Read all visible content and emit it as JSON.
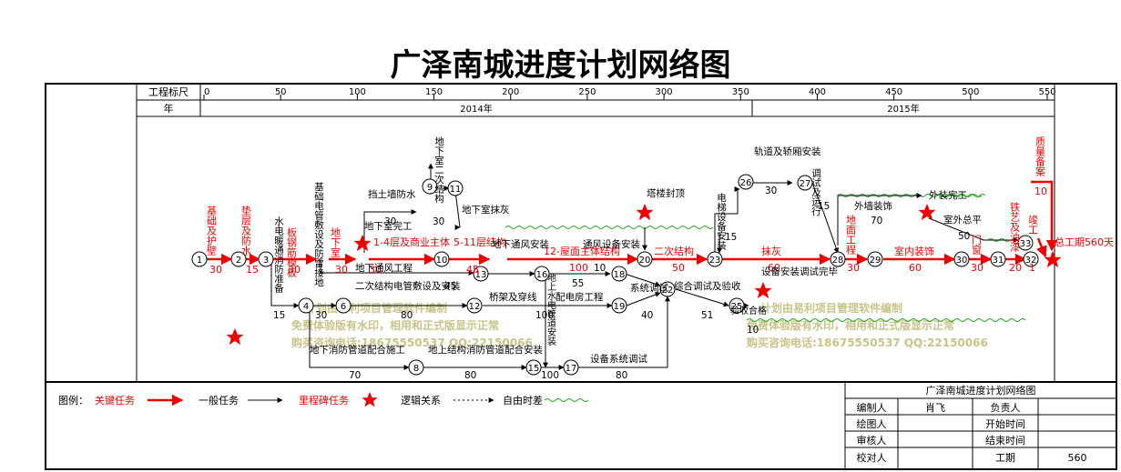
{
  "title": "广泽南城进度计划网络图",
  "header": {
    "scale_label": "工程标尺",
    "scale_ticks": [
      "0",
      "50",
      "100",
      "150",
      "200",
      "250",
      "300",
      "350",
      "400",
      "450",
      "500",
      "550"
    ],
    "year_label": "年",
    "years": [
      "2014年",
      "2015年"
    ]
  },
  "colors": {
    "critical": "#ee0000",
    "normal": "#000000",
    "milestone": "#ee0000",
    "free_float": "#22aa22",
    "watermark": "#c7c48a"
  },
  "nodes": [
    "1",
    "2",
    "3",
    "4",
    "6",
    "8",
    "9",
    "10",
    "11",
    "12",
    "13",
    "15",
    "16",
    "17",
    "18",
    "19",
    "20",
    "22",
    "23",
    "25",
    "26",
    "27",
    "28",
    "29",
    "30",
    "31",
    "32",
    "33"
  ],
  "critical_tasks": [
    {
      "name": "基础及护壁",
      "dur": "30"
    },
    {
      "name": "垫层及防水",
      "dur": "15"
    },
    {
      "name": "板钢筋模板",
      "dur": "30"
    },
    {
      "name": "地下室",
      "dur": "30"
    },
    {
      "name": "1-4层及商业主体",
      "dur": "30"
    },
    {
      "name": "5-11层结构",
      "dur": "45"
    },
    {
      "name": "12-屋面主体结构",
      "dur": "100"
    },
    {
      "name": "二次结构",
      "dur": "50"
    },
    {
      "name": "抹灰",
      "dur": "60"
    },
    {
      "name": "地面工程",
      "dur": "30"
    },
    {
      "name": "室内装饰",
      "dur": "60"
    },
    {
      "name": "门窗",
      "dur": "30"
    },
    {
      "name": "铁艺及油漆",
      "dur": "20"
    },
    {
      "name": "竣工",
      "dur": "1"
    },
    {
      "name": "质量备案",
      "dur": "10"
    }
  ],
  "normal_tasks": [
    {
      "name": "水电暖通消防准备",
      "dur": "15"
    },
    {
      "name": "基础电管敷设及防雷接地",
      "dur": "30"
    },
    {
      "name": "挡土墙防水",
      "dur": "30"
    },
    {
      "name": "地下室二次结构",
      "dur": "30"
    },
    {
      "name": "地下室抹灰",
      "dur": ""
    },
    {
      "name": "地下室完工",
      "dur": ""
    },
    {
      "name": "地下通风工程",
      "dur": "45"
    },
    {
      "name": "地下通风安装",
      "dur": "55"
    },
    {
      "name": "通风设备安装",
      "dur": "10"
    },
    {
      "name": "二次结构电管敷设及安装",
      "dur": "80"
    },
    {
      "name": "桥架及穿线",
      "dur": "100"
    },
    {
      "name": "配电房工程",
      "dur": ""
    },
    {
      "name": "地上水电管道安装",
      "dur": "100"
    },
    {
      "name": "系统调试",
      "dur": "40"
    },
    {
      "name": "综合调试及验收",
      "dur": "51"
    },
    {
      "name": "地下消防管道配合施工",
      "dur": "70"
    },
    {
      "name": "地上结构消防管道配合安装",
      "dur": "80"
    },
    {
      "name": "设备系统调试",
      "dur": "80"
    },
    {
      "name": "电梯设备安装",
      "dur": "15"
    },
    {
      "name": "轨道及轿厢安装",
      "dur": "30"
    },
    {
      "name": "调试及运行",
      "dur": "15"
    },
    {
      "name": "外墙装饰",
      "dur": "70"
    },
    {
      "name": "室外总平",
      "dur": "50"
    },
    {
      "name": "设备安装调试完毕",
      "dur": "10"
    }
  ],
  "milestones": [
    "塔楼封顶",
    "外装完工",
    "验收合格",
    "总工期560天"
  ],
  "watermark": {
    "line1": "计划由易利项目管理软件编制",
    "line2": "免费体验版有水印，相用和正式版显示正常",
    "line3": "购买咨询电话:18675550537 QQ:22150066"
  },
  "legend": {
    "label": "图例：",
    "critical": "关键任务",
    "normal": "一般任务",
    "milestone": "里程碑任务",
    "logic": "逻辑关系",
    "float": "自由时差"
  },
  "titleblock": {
    "title": "广泽南城进度计划网络图",
    "rows": [
      [
        "编制人",
        "肖飞",
        "负责人",
        ""
      ],
      [
        "绘图人",
        "",
        "开始时间",
        ""
      ],
      [
        "审核人",
        "",
        "结束时间",
        ""
      ],
      [
        "校对人",
        "",
        "工期",
        "560"
      ]
    ]
  }
}
